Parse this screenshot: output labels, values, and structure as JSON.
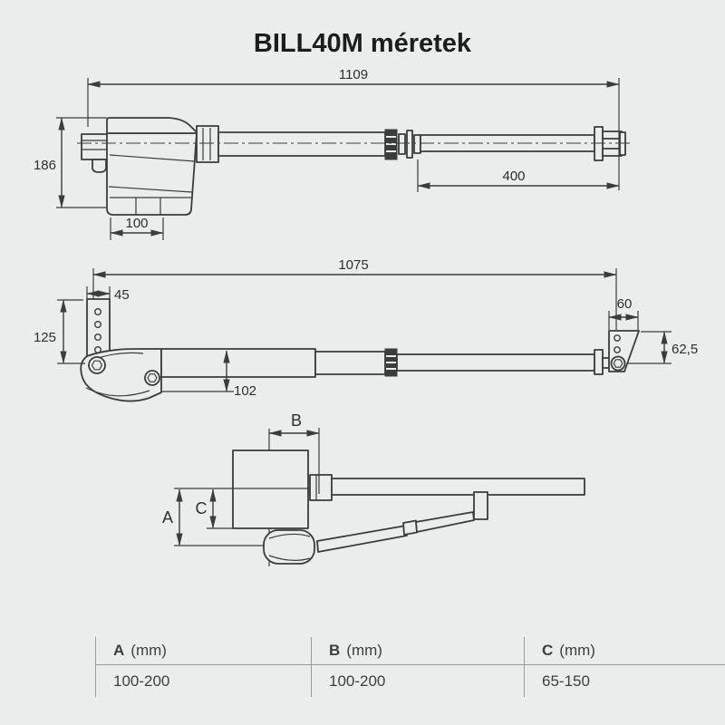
{
  "title": "BILL40M méretek",
  "colors": {
    "background": "#ebecec",
    "drawing_line": "#3a3c3d",
    "table_line": "#9b9b9b",
    "text": "#2e2e2e"
  },
  "drawings": {
    "side_extended": {
      "length_total": "1109",
      "stroke_length": "400",
      "body_height": "186",
      "body_width": "100"
    },
    "side_mounted": {
      "length_total": "1075",
      "plate_width": "45",
      "plate_height": "125",
      "body_height": "102",
      "bracket_width": "60",
      "bracket_height": "62,5"
    },
    "top_view": {
      "dim_a": "A",
      "dim_b": "B",
      "dim_c": "C"
    }
  },
  "table": {
    "columns": [
      {
        "letter": "A",
        "unit": "(mm)",
        "value": "100-200"
      },
      {
        "letter": "B",
        "unit": "(mm)",
        "value": "100-200"
      },
      {
        "letter": "C",
        "unit": "(mm)",
        "value": "65-150"
      }
    ]
  }
}
